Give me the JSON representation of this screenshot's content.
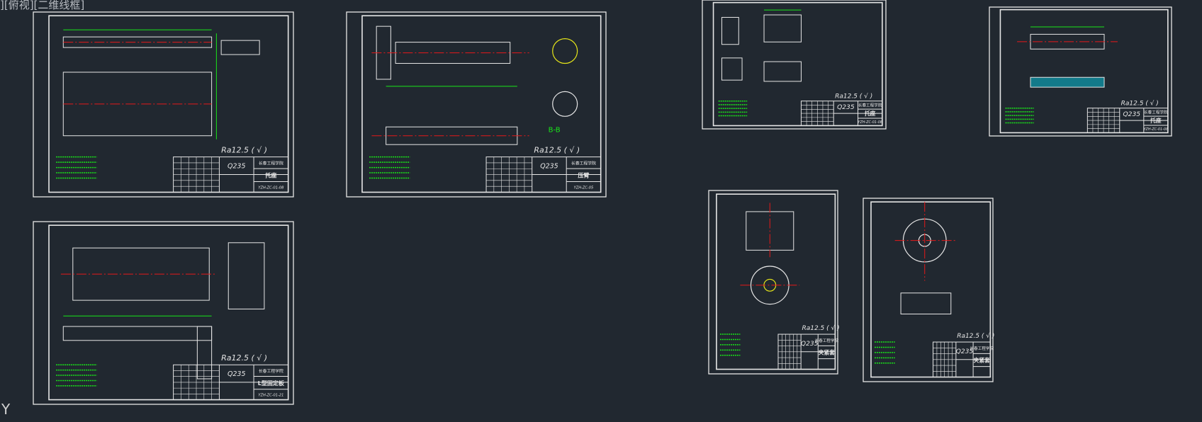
{
  "viewport_label": "][俯视][二维线框]",
  "ucs_icon": "Y",
  "colors": {
    "background": "#212830",
    "frame": "#e6e6e6",
    "dim": "#19e619",
    "center": "#e61919",
    "yellow": "#e6e619",
    "cyan": "#19b4c8"
  },
  "sheets": [
    {
      "material": "Q235",
      "school": "长春工程学院",
      "part_name": "托座",
      "drawing_no": "YZH-ZC-01-08",
      "roughness": "Ra12.5 ( √ )",
      "section_label": ""
    },
    {
      "material": "Q235",
      "school": "长春工程学院",
      "part_name": "压臂",
      "drawing_no": "YZH-ZC-05",
      "roughness": "Ra12.5 ( √ )",
      "section_label": "B-B"
    },
    {
      "material": "Q235",
      "school": "长春工程学院",
      "part_name": "托座",
      "drawing_no": "YZH-ZC-01-08",
      "roughness": "Ra12.5 ( √ )",
      "section_label": ""
    },
    {
      "material": "Q235",
      "school": "长春工程学院",
      "part_name": "托座",
      "drawing_no": "YZH-ZC-01-08",
      "roughness": "Ra12.5 ( √ )",
      "section_label": ""
    },
    {
      "material": "Q235",
      "school": "长春工程学院",
      "part_name": "L型固定板",
      "drawing_no": "YZH-ZC-01-21",
      "roughness": "Ra12.5 ( √ )",
      "section_label": ""
    },
    {
      "material": "Q235",
      "school": "长春工程学院",
      "part_name": "夹紧套",
      "drawing_no": "",
      "roughness": "Ra12.5 ( √ )",
      "section_label": ""
    },
    {
      "material": "Q235",
      "school": "长春工程学院",
      "part_name": "夹紧套",
      "drawing_no": "",
      "roughness": "Ra12.5 ( √ )",
      "section_label": ""
    }
  ]
}
